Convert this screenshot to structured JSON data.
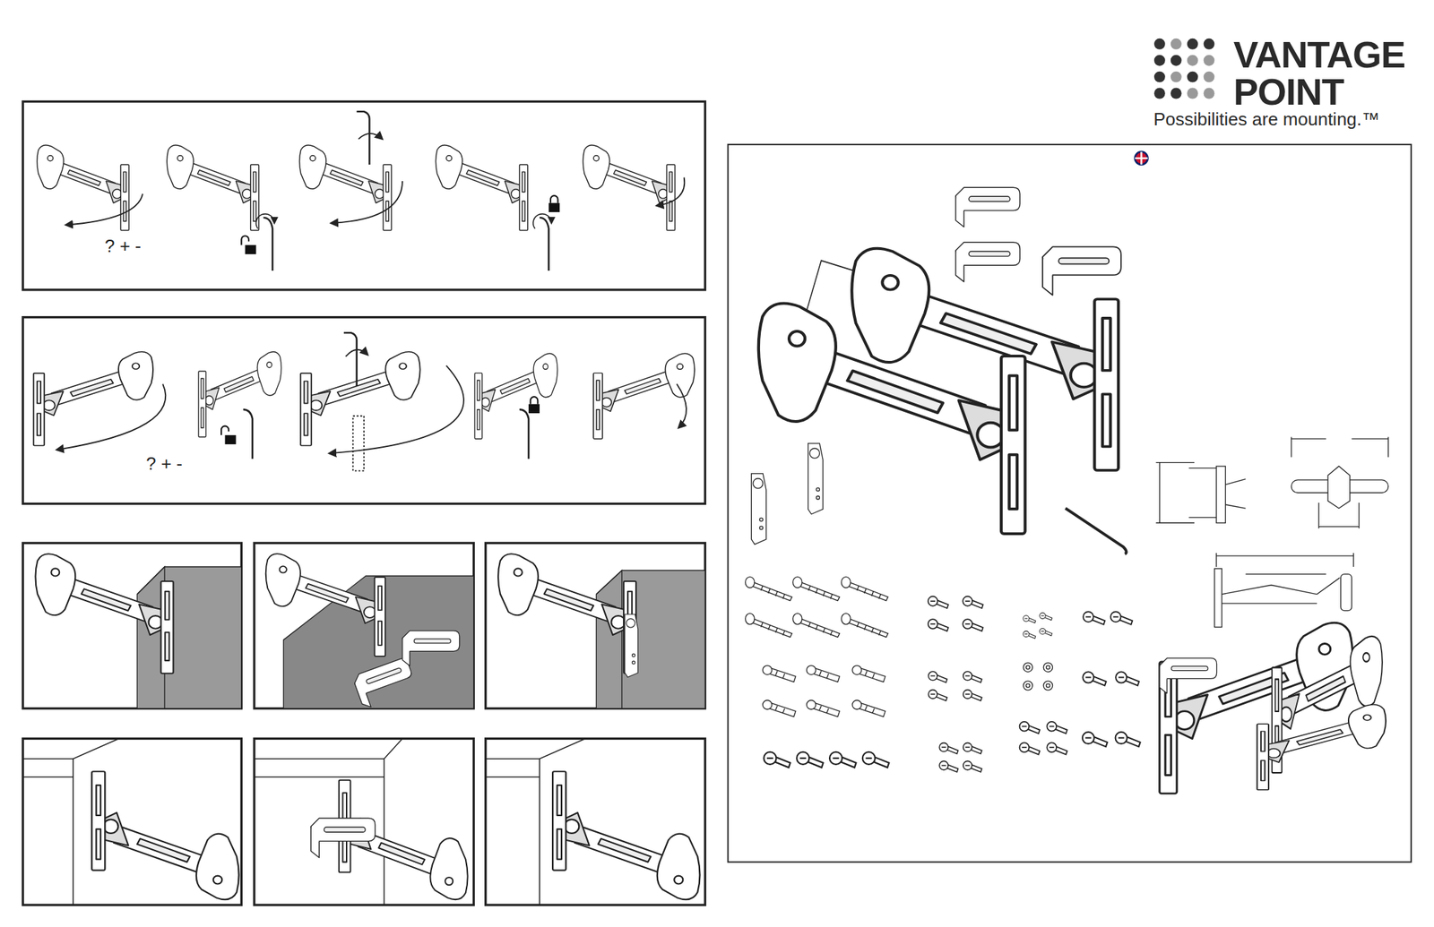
{
  "diagram": {
    "labels": [
      "VANTAGE",
      "POINT",
      "Possibilities are mounting.™",
      "? + -",
      "? + -"
    ]
  }
}
